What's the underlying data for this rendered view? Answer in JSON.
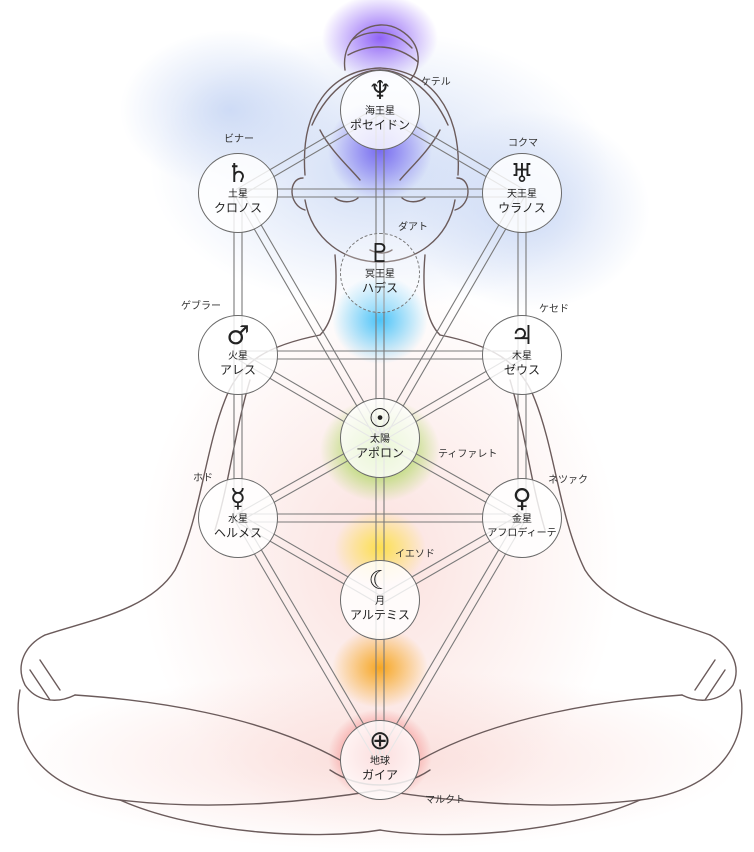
{
  "colors": {
    "crown": "#8b5cf6",
    "third_eye": "#6366f1",
    "throat": "#38bdf8",
    "heart": "#84cc16",
    "solar": "#facc15",
    "sacral": "#f59e0b",
    "root": "#ef4444",
    "line": "#7a7a7a",
    "body_outline": "#6b5b5b"
  },
  "nodes": {
    "kether": {
      "glyph": "♆",
      "glyph_name": "neptune-icon",
      "planet": "海王星",
      "deity": "ポセイドン",
      "sephira": "ケテル"
    },
    "chokmah": {
      "glyph": "♅",
      "glyph_name": "uranus-icon",
      "planet": "天王星",
      "deity": "ウラノス",
      "sephira": "コクマ"
    },
    "binah": {
      "glyph": "♄",
      "glyph_name": "saturn-icon",
      "planet": "土星",
      "deity": "クロノス",
      "sephira": "ビナー"
    },
    "daath": {
      "glyph": "♇",
      "glyph_name": "pluto-icon",
      "planet": "冥王星",
      "deity": "ハデス",
      "sephira": "ダアト"
    },
    "chesed": {
      "glyph": "♃",
      "glyph_name": "jupiter-icon",
      "planet": "木星",
      "deity": "ゼウス",
      "sephira": "ケセド"
    },
    "geburah": {
      "glyph": "♂",
      "glyph_name": "mars-icon",
      "planet": "火星",
      "deity": "アレス",
      "sephira": "ゲブラー"
    },
    "tiphareth": {
      "glyph": "☉",
      "glyph_name": "sun-icon",
      "planet": "太陽",
      "deity": "アポロン",
      "sephira": "ティファレト"
    },
    "netzach": {
      "glyph": "♀",
      "glyph_name": "venus-icon",
      "planet": "金星",
      "deity": "アフロディーテ",
      "sephira": "ネツァク"
    },
    "hod": {
      "glyph": "☿",
      "glyph_name": "mercury-icon",
      "planet": "水星",
      "deity": "ヘルメス",
      "sephira": "ホド"
    },
    "yesod": {
      "glyph": "☾",
      "glyph_name": "moon-icon",
      "planet": "月",
      "deity": "アルテミス",
      "sephira": "イエソド"
    },
    "malkuth": {
      "glyph": "⊕",
      "glyph_name": "earth-icon",
      "planet": "地球",
      "deity": "ガイア",
      "sephira": "マルクト"
    }
  }
}
